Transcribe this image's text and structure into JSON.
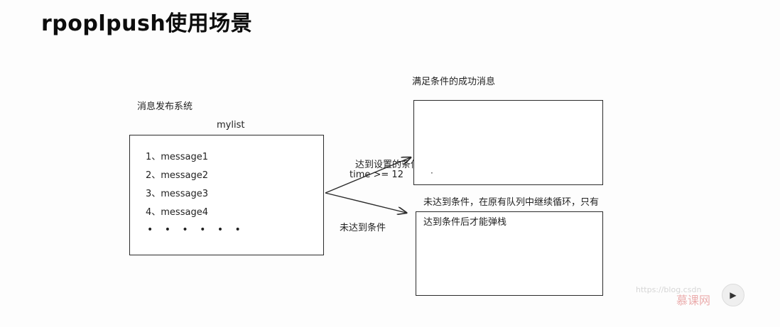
{
  "title": "rpoplpush使用场景",
  "publisher_label": "消息发布系统",
  "mylist": {
    "label": "mylist",
    "messages": [
      "1、message1",
      "2、message2",
      "3、message3",
      "4、message4"
    ],
    "ellipsis": "• • • • • •"
  },
  "condition_met": {
    "label_line1": "达到设置的条件",
    "label_line2": "time >= 12"
  },
  "condition_not_met_label": "未达到条件",
  "success_box_label": "满足条件的成功消息",
  "retry_box": {
    "label_line1": "未达到条件，在原有队列中继续循环，只有",
    "label_line2": "达到条件后才能弹栈"
  },
  "stray_mark": "·",
  "watermark_text": "https://blog.csdn",
  "brand_text": "慕课网",
  "play_icon": "play-icon"
}
